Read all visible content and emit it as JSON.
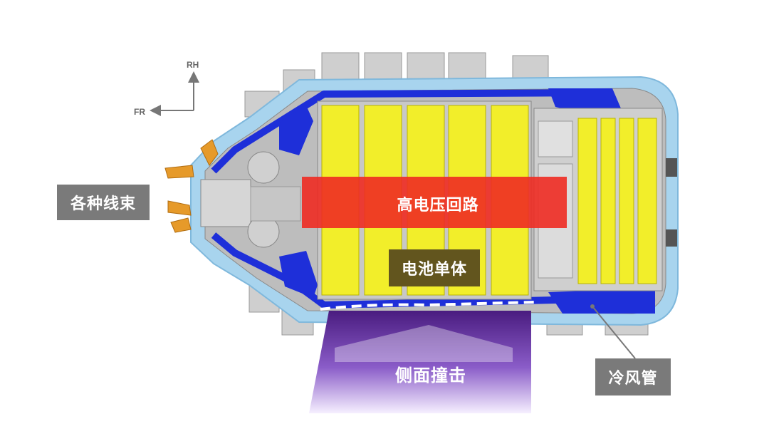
{
  "axis": {
    "rh_label": "RH",
    "fr_label": "FR"
  },
  "labels": {
    "wiring_harness": "各种线束",
    "high_voltage_circuit": "高电压回路",
    "battery_cell": "电池单体",
    "side_impact": "侧面撞击",
    "cooling_duct": "冷风管"
  },
  "colors": {
    "frame_outline": "#a8d4ee",
    "cooling_duct": "#1e2fd9",
    "battery_cell": "#f2ee2a",
    "high_voltage_band": "#ee2b22",
    "gray_components": "#c9c9c9",
    "wiring_harness_orange": "#e69a2a",
    "label_box": "#7a7a7a",
    "battery_label_box": "#62551e",
    "side_impact_gradient_top": "#4a1c80"
  }
}
